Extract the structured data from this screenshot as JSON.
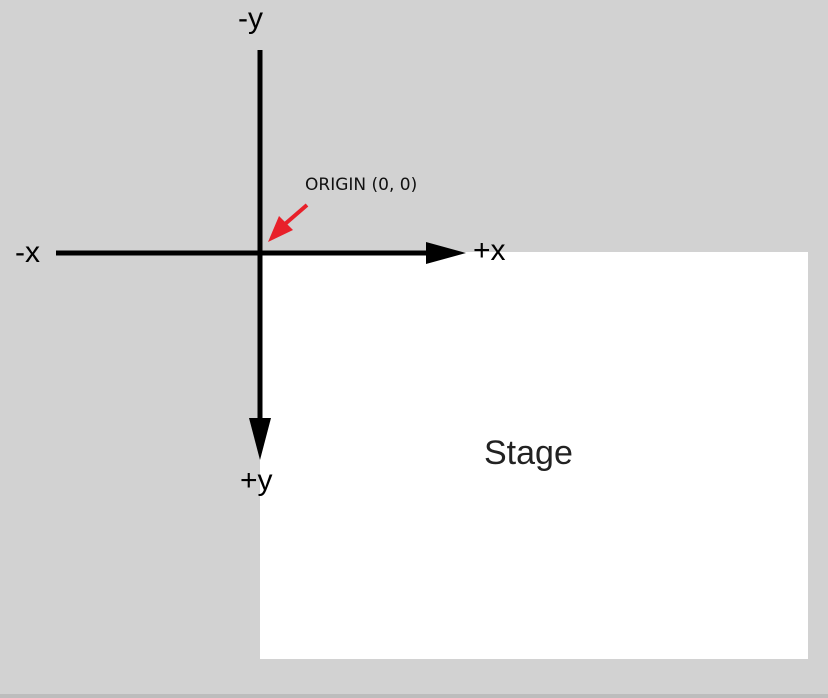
{
  "labels": {
    "neg_y": "-y",
    "pos_y": "+y",
    "neg_x": "-x",
    "pos_x": "+x",
    "origin": "ORIGIN (0, 0)",
    "stage": "Stage"
  },
  "colors": {
    "background": "#d2d2d2",
    "stage": "#ffffff",
    "axis": "#000000",
    "origin_arrow": "#e8202a"
  }
}
